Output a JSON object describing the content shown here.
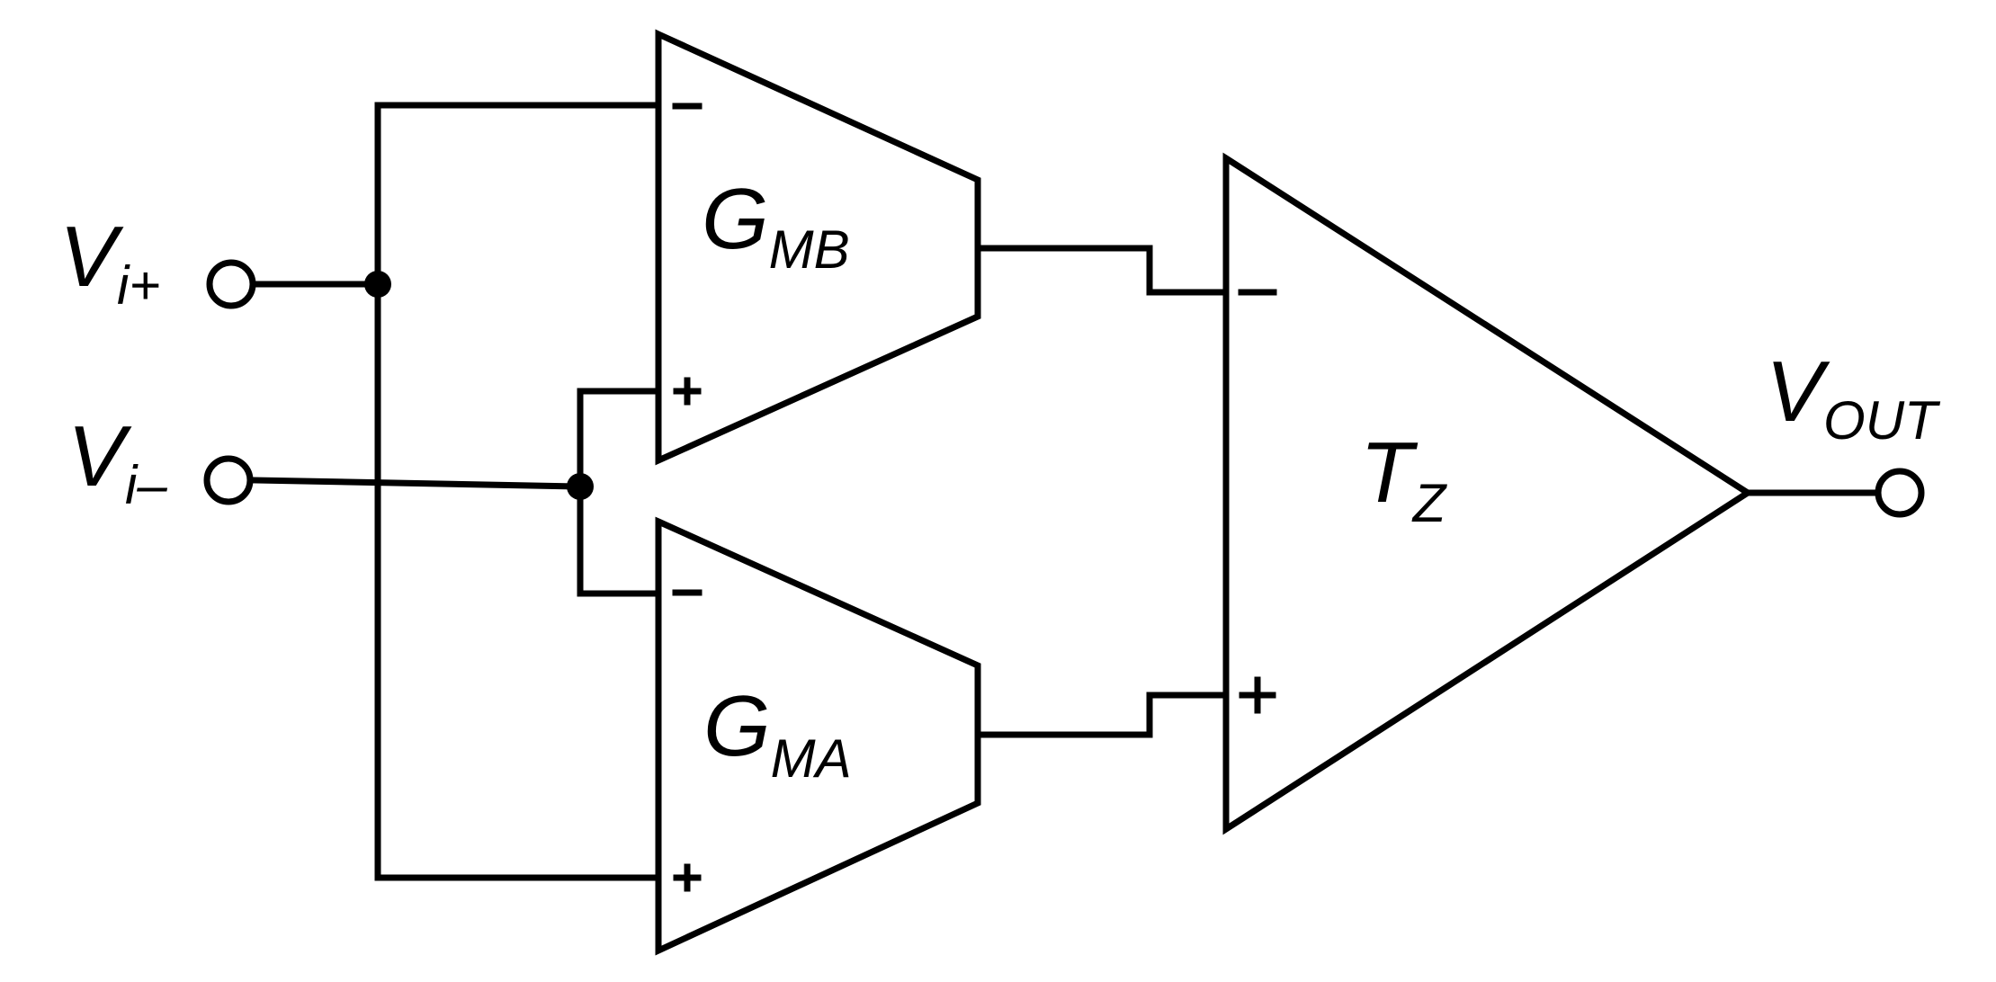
{
  "labels": {
    "vin_plus": {
      "main": "V",
      "sub": "i+"
    },
    "vin_minus": {
      "main": "V",
      "sub": "i–"
    },
    "gmb": {
      "main": "G",
      "sub": "MB"
    },
    "gma": {
      "main": "G",
      "sub": "MA"
    },
    "tz": {
      "main": "T",
      "sub": "Z"
    },
    "vout": {
      "main": "V",
      "sub": "OUT"
    }
  }
}
